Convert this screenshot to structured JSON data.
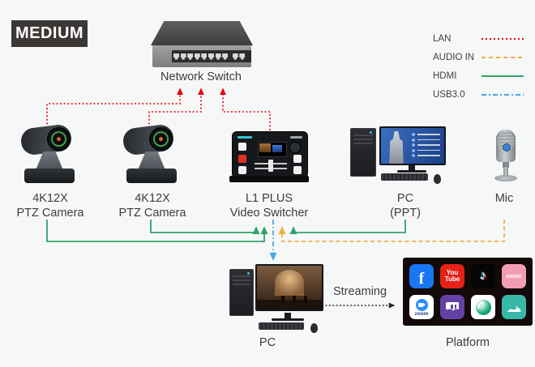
{
  "badge": {
    "label": "MEDIUM"
  },
  "colors": {
    "lan": "#e60012",
    "audio_in": "#f0b13c",
    "hdmi": "#2fa36b",
    "usb3": "#49a5e2",
    "stream": "#2b2b2b",
    "facebook": "#1877f2",
    "youtube": "#e62117",
    "tiktok": "#050505",
    "bilibili": "#f29db6",
    "zoom_blue": "#2d8cff",
    "twitch": "#6441a4",
    "meeting": "#38b8a8"
  },
  "legend": {
    "items": [
      {
        "label": "LAN"
      },
      {
        "label": "AUDIO IN"
      },
      {
        "label": "HDMI"
      },
      {
        "label": "USB3.0"
      }
    ]
  },
  "nodes": {
    "network_switch": {
      "label": "Network Switch"
    },
    "camera1": {
      "line1": "4K12X",
      "line2": "PTZ Camera"
    },
    "camera2": {
      "line1": "4K12X",
      "line2": "PTZ Camera"
    },
    "switcher": {
      "line1": "L1 PLUS",
      "line2": "Video Switcher"
    },
    "pc_ppt": {
      "line1": "PC",
      "line2": "(PPT)"
    },
    "mic": {
      "label": "Mic"
    },
    "pc_stream": {
      "label": "PC"
    },
    "platform": {
      "label": "Platform"
    }
  },
  "streaming": {
    "label": "Streaming"
  },
  "platform_icons": {
    "facebook_letter": "f",
    "youtube_line1": "You",
    "youtube_line2": "Tube",
    "tiktok_note": "♪",
    "bilibili_text": "bilibili",
    "zoom_text": "zoom",
    "cloud_glyph": "☁"
  }
}
